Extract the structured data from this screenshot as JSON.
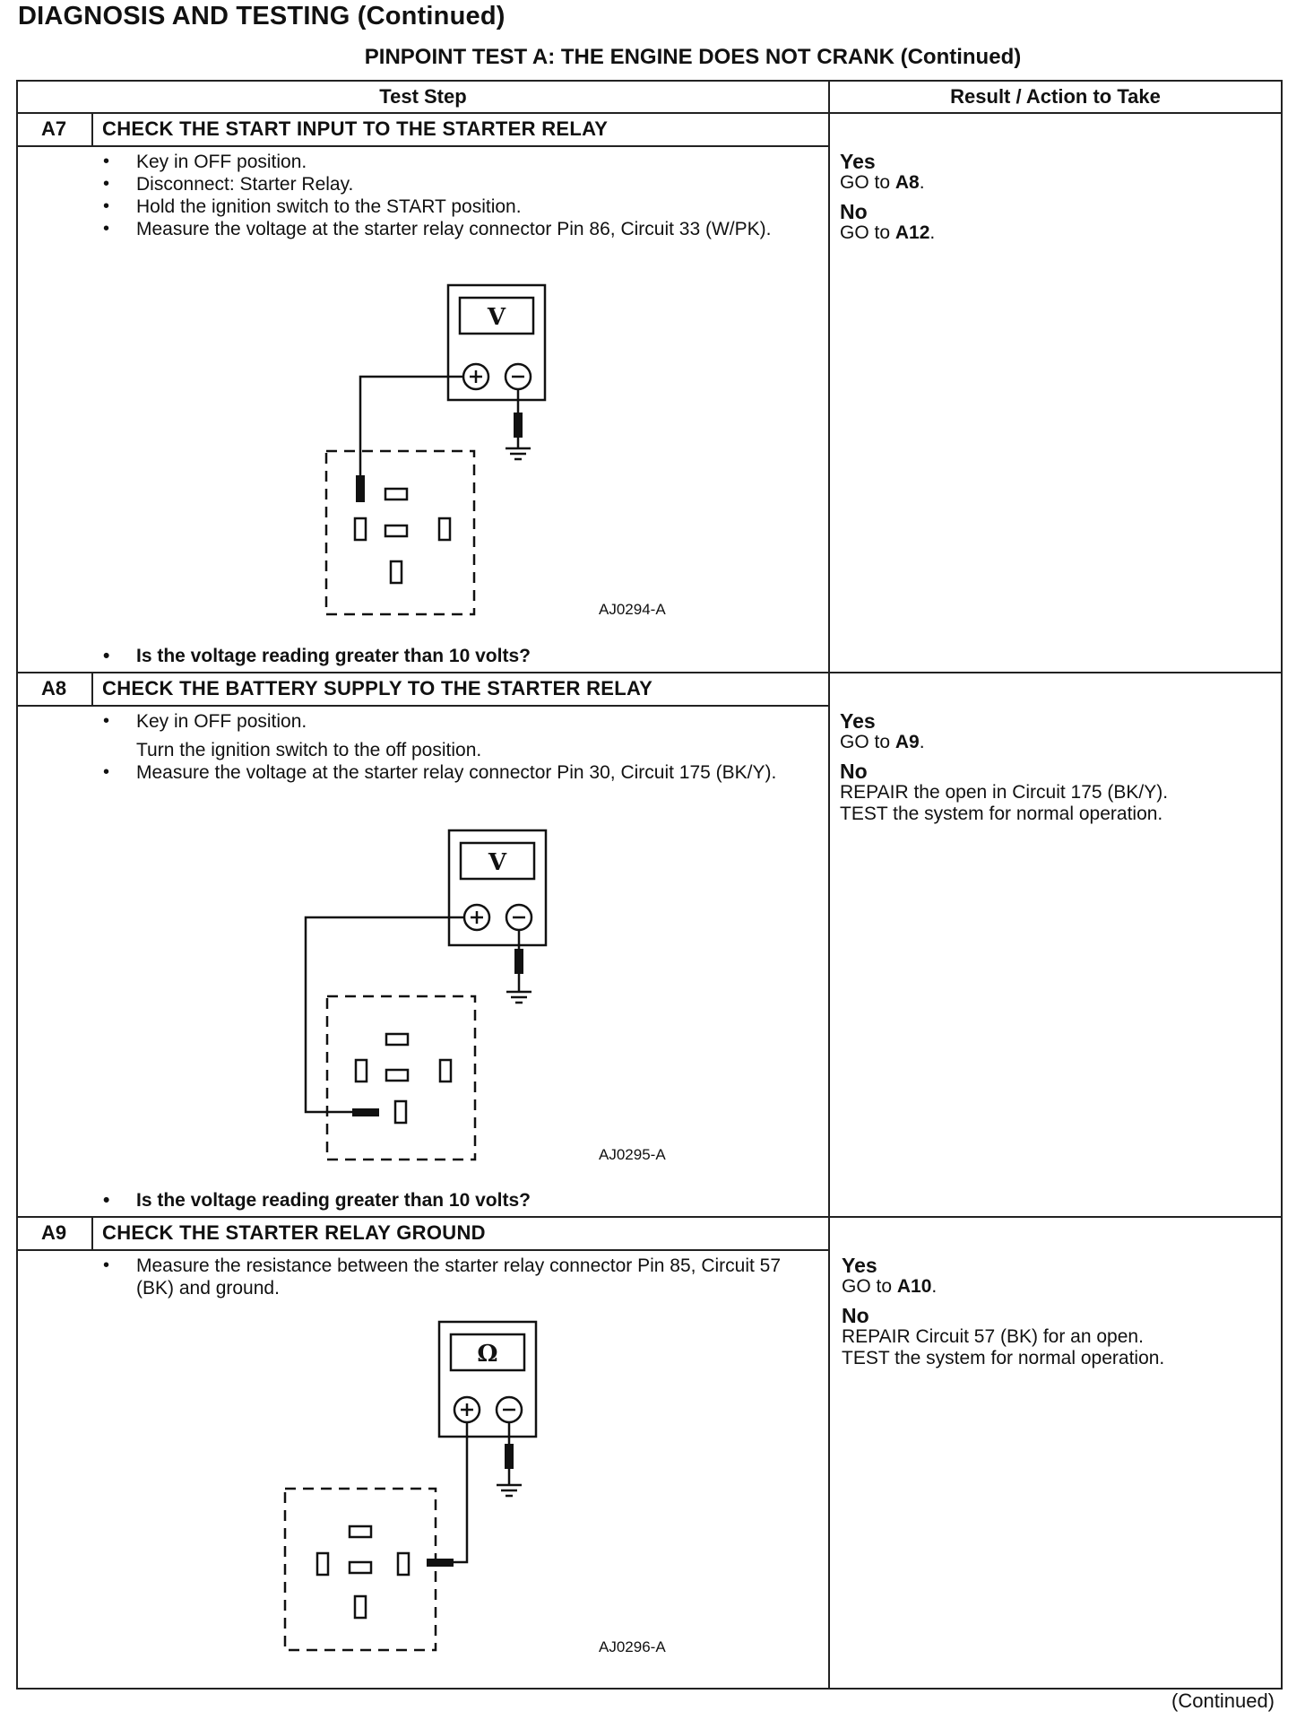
{
  "header": {
    "page_title": "DIAGNOSIS AND TESTING (Continued)",
    "test_title": "PINPOINT TEST A: THE ENGINE DOES NOT CRANK (Continued)"
  },
  "table": {
    "columns": [
      "Test Step",
      "Result / Action to Take"
    ],
    "steps": [
      {
        "id": "A7",
        "title": "CHECK THE START INPUT TO THE STARTER RELAY",
        "bullets": [
          "Key in OFF position.",
          "Disconnect: Starter Relay.",
          "Hold the ignition switch to the START position.",
          "Measure the voltage at the starter relay connector Pin 86, Circuit 33 (W/PK)."
        ],
        "figure": {
          "code": "AJ0294-A",
          "meter": "V"
        },
        "question": "Is the voltage reading greater than 10 volts?",
        "yes_label": "Yes",
        "yes_prefix": "GO to ",
        "yes_target": "A8",
        "yes_suffix": ".",
        "no_label": "No",
        "no_prefix": "GO to ",
        "no_target": "A12",
        "no_suffix": ".",
        "no_lines": []
      },
      {
        "id": "A8",
        "title": "CHECK THE BATTERY SUPPLY TO THE STARTER RELAY",
        "bullets": [
          "Key in OFF position.",
          "Turn the ignition switch to the off position.",
          "Measure the voltage at the starter relay connector Pin 30, Circuit 175 (BK/Y)."
        ],
        "figure": {
          "code": "AJ0295-A",
          "meter": "V"
        },
        "question": "Is the voltage reading greater than 10 volts?",
        "yes_label": "Yes",
        "yes_prefix": "GO to ",
        "yes_target": "A9",
        "yes_suffix": ".",
        "no_label": "No",
        "no_lines": [
          "REPAIR the open in Circuit 175 (BK/Y).",
          "TEST the system for normal operation."
        ]
      },
      {
        "id": "A9",
        "title": "CHECK THE STARTER RELAY GROUND",
        "bullets": [
          "Measure the resistance between the starter relay connector Pin 85, Circuit 57 (BK) and ground."
        ],
        "figure": {
          "code": "AJ0296-A",
          "meter": "Ω"
        },
        "yes_label": "Yes",
        "yes_prefix": "GO to ",
        "yes_target": "A10",
        "yes_suffix": ".",
        "no_label": "No",
        "no_lines": [
          "REPAIR Circuit 57 (BK) for an open.",
          "TEST the system for normal operation."
        ]
      }
    ]
  },
  "footer": {
    "continued": "(Continued)"
  }
}
